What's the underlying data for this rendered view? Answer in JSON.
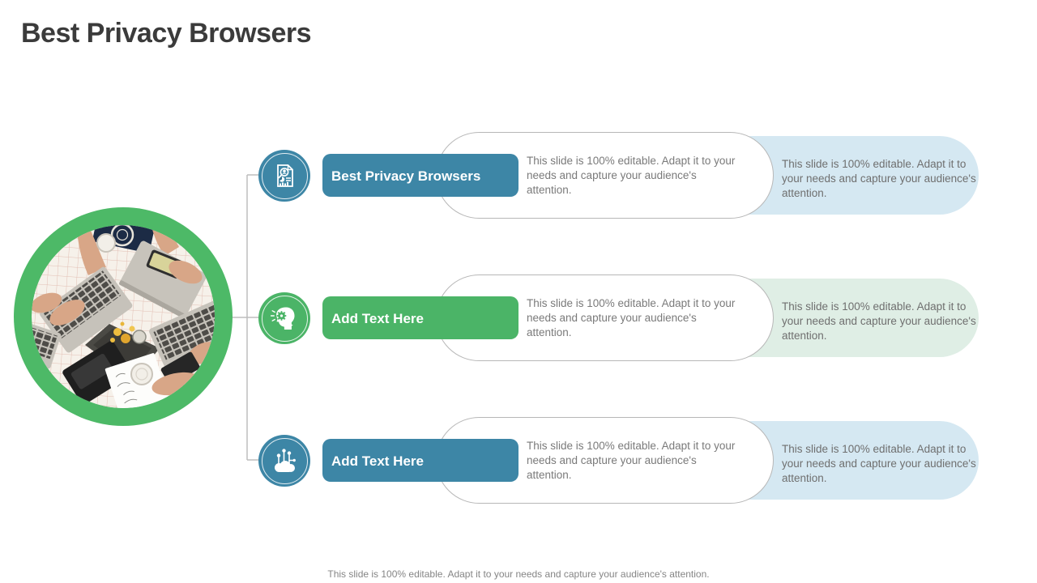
{
  "slide": {
    "title": "Best Privacy Browsers",
    "footer": "This slide is 100% editable. Adapt it to your needs and capture your audience's attention.",
    "hero_image": "team-working-on-laptops-top-view-photo",
    "colors": {
      "teal": "#3d86a6",
      "green": "#4bb467",
      "light_blue_panel": "#d5e8f2",
      "light_green_panel": "#dfeee5",
      "hero_ring_green": "#4db967",
      "connector_gray": "#bdbdbd",
      "title_text": "#3b3b3b",
      "body_text": "#7a7a7a"
    },
    "rows": [
      {
        "icon": "report-analysis-icon",
        "accent": "teal",
        "label": "Best Privacy Browsers",
        "panel_text": "This slide is 100% editable.  Adapt it to your needs and capture your audience's attention.",
        "tinted_panel_text": "This slide is 100% editable.  Adapt it to your needs and capture your audience's attention."
      },
      {
        "icon": "creative-mind-icon",
        "accent": "green",
        "label": "Add Text Here",
        "panel_text": "This slide is 100% editable.  Adapt it to your needs and capture your audience's attention.",
        "tinted_panel_text": "This slide is 100% editable.  Adapt it to your needs and capture your audience's attention."
      },
      {
        "icon": "cloud-network-icon",
        "accent": "teal",
        "label": "Add Text Here",
        "panel_text": "This slide is 100% editable.  Adapt it to your needs and capture your audience's attention.",
        "tinted_panel_text": "This slide is 100% editable.  Adapt it to your needs and capture your audience's attention."
      }
    ]
  }
}
